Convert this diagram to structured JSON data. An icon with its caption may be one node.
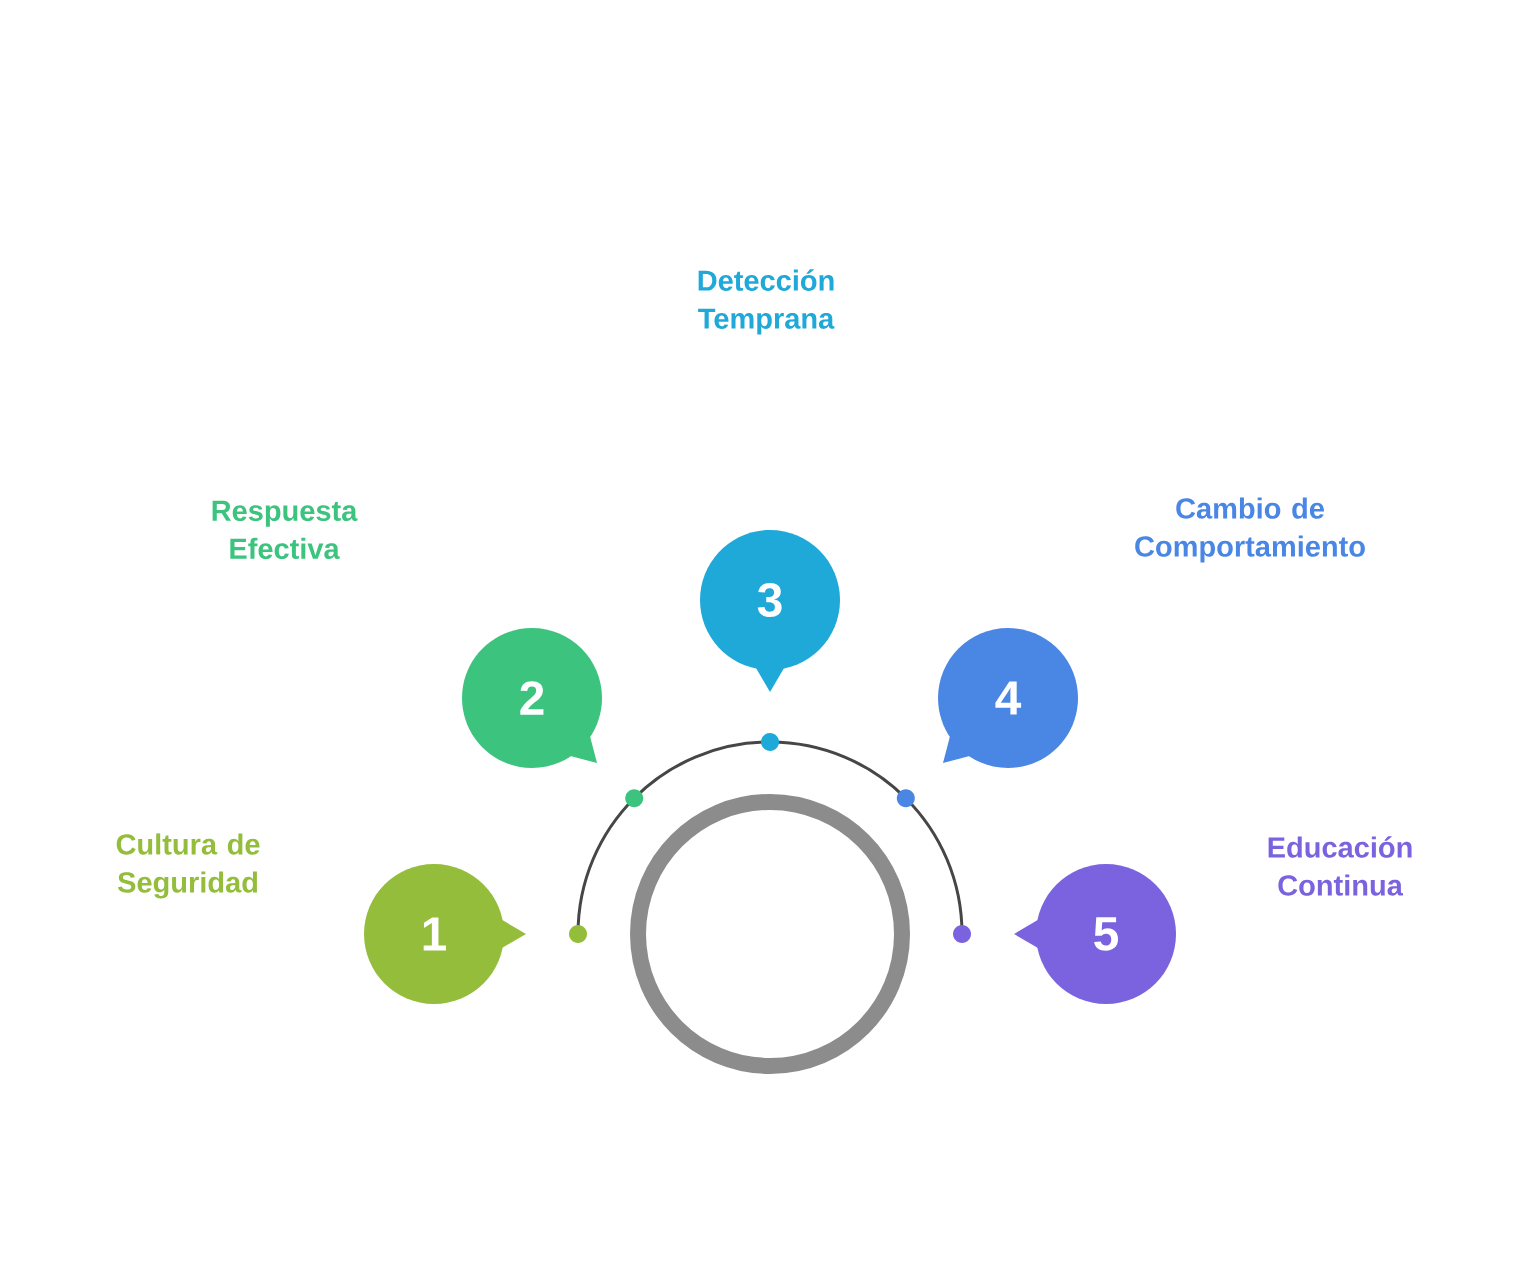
{
  "diagram": {
    "nodes": [
      {
        "text": [
          "1"
        ]
      },
      {
        "text": [
          "2"
        ]
      },
      {
        "text": [
          "3"
        ]
      },
      {
        "text": [
          "4"
        ]
      },
      {
        "text": [
          "5"
        ]
      }
    ],
    "labels": [
      "Detección Temprana",
      "Respuesta Efectiva",
      "Cambio de Comportamiento",
      "Cultura de Seguridad",
      "Educación Continua"
    ]
  }
}
